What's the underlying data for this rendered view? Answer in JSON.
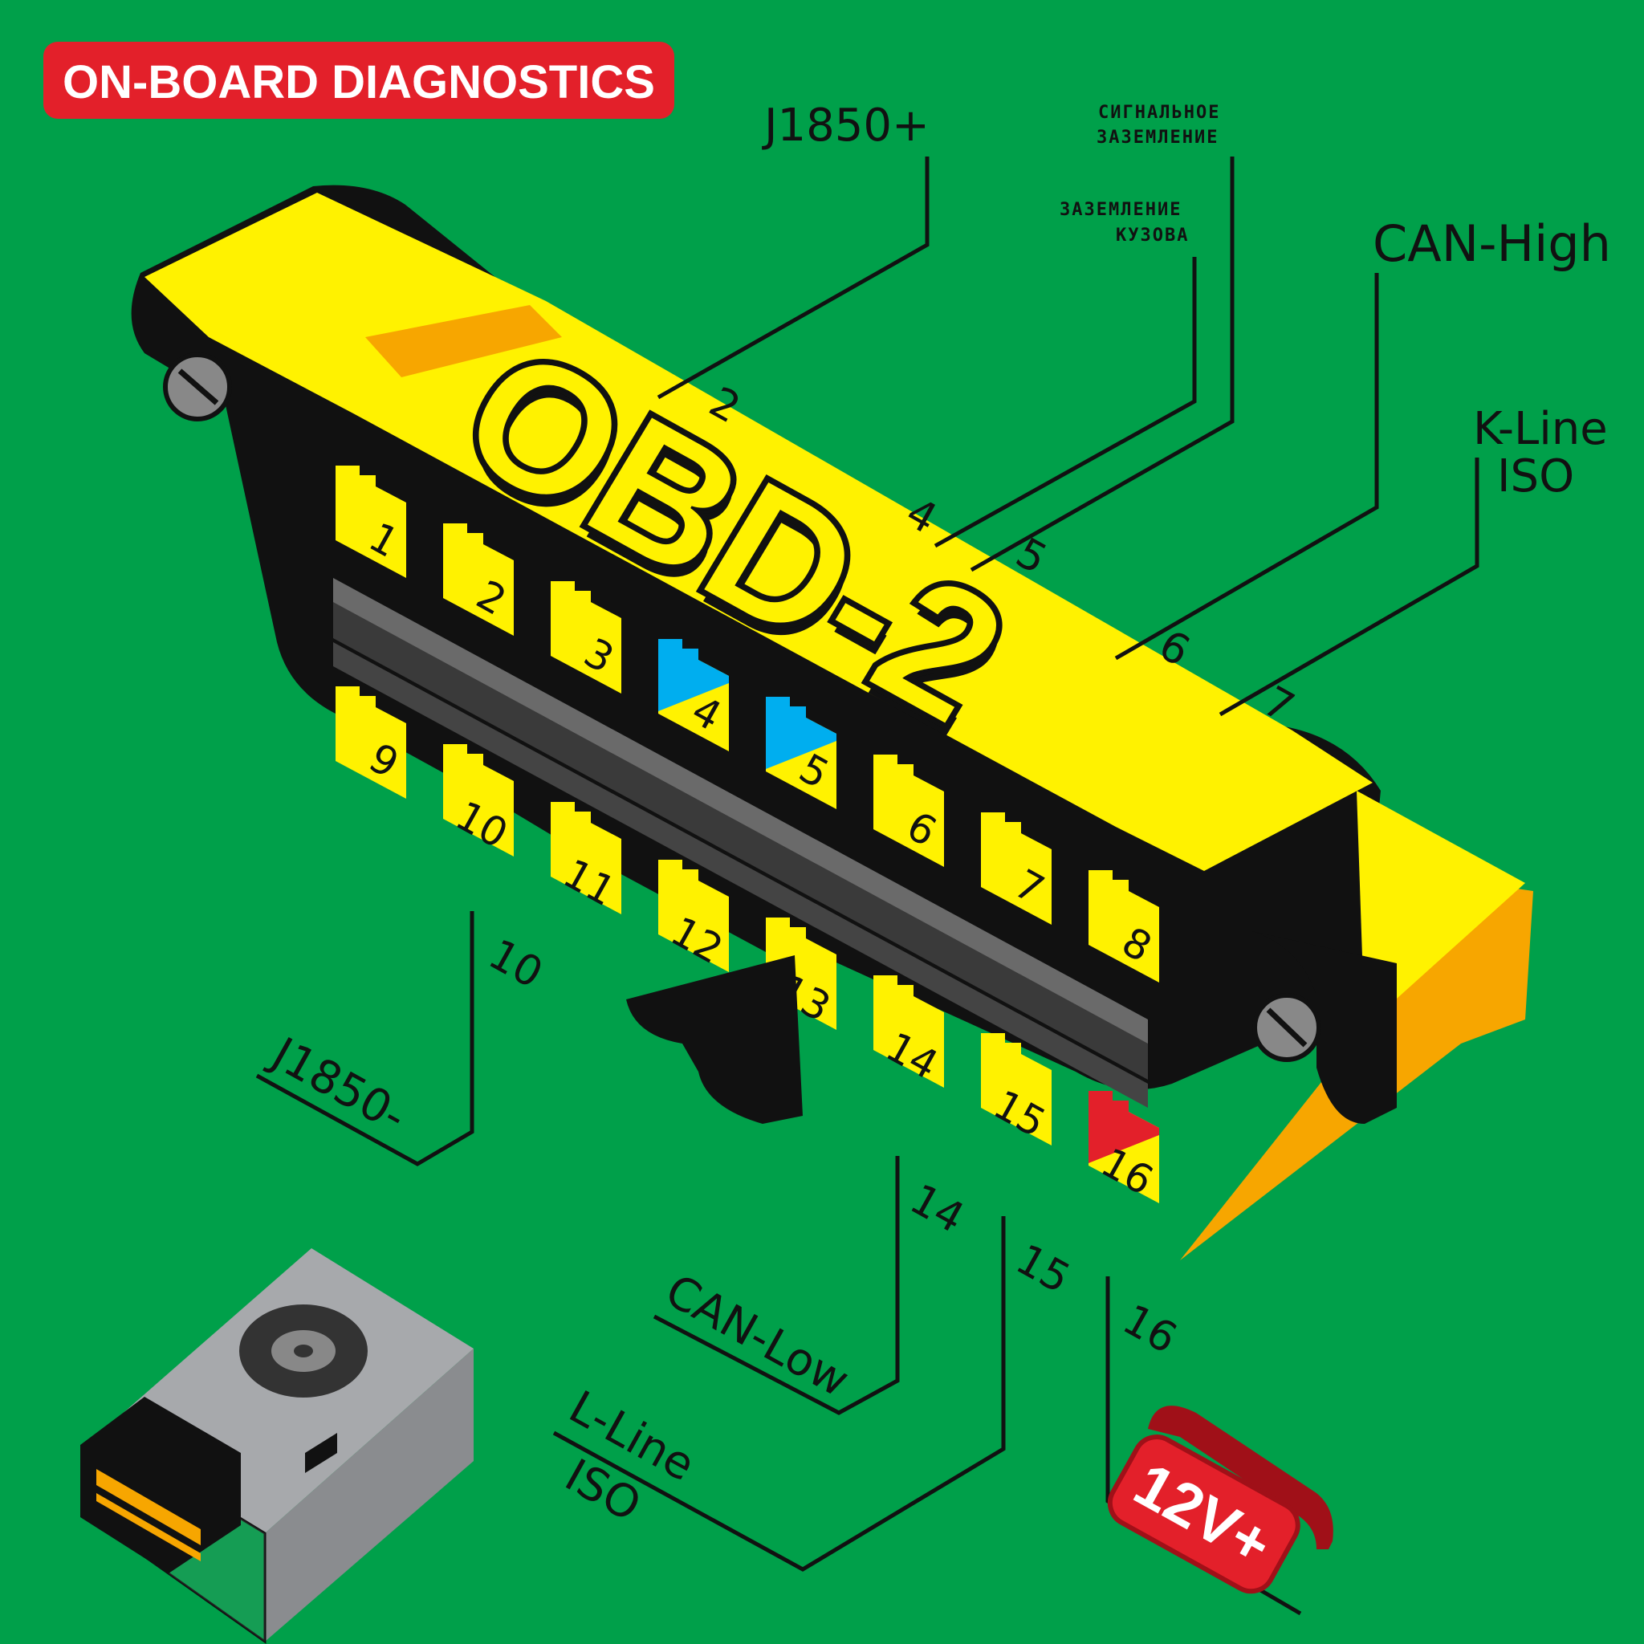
{
  "title": "ON-BOARD DIAGNOSTICS",
  "connector_label": "OBD-2",
  "power_badge": "12V+",
  "top_pins": [
    "1",
    "2",
    "3",
    "4",
    "5",
    "6",
    "7",
    "8"
  ],
  "bottom_pins": [
    "9",
    "10",
    "11",
    "12",
    "13",
    "14",
    "15",
    "16"
  ],
  "leads": {
    "j1850_plus": {
      "pin": "2",
      "label": "J1850+"
    },
    "body_ground": {
      "pin": "4",
      "label_line1": "ЗАЗЕМЛЕНИЕ",
      "label_line2": "КУЗОВА"
    },
    "signal_ground": {
      "pin": "5",
      "label_line1": "СИГНАЛЬНОЕ",
      "label_line2": "ЗАЗЕМЛЕНИЕ"
    },
    "can_high": {
      "pin": "6",
      "label": "CAN-High"
    },
    "k_line": {
      "pin": "7",
      "label_line1": "K-Line",
      "label_line2": "ISO"
    },
    "j1850_minus": {
      "pin": "10",
      "label": "J1850-"
    },
    "can_low": {
      "pin": "14",
      "label": "CAN-Low"
    },
    "l_line": {
      "pin": "15",
      "label_line1": "L-Line",
      "label_line2": "ISO"
    },
    "power": {
      "pin": "16"
    }
  },
  "colors": {
    "background": "#00A04A",
    "connector_yellow": "#FFF200",
    "connector_shade": "#F7A600",
    "ground_blue": "#00AEEF",
    "power_red": "#E3202A",
    "body_black": "#111111"
  },
  "icons": [
    "screw-icon",
    "scanner-device-icon",
    "fan-icon"
  ]
}
